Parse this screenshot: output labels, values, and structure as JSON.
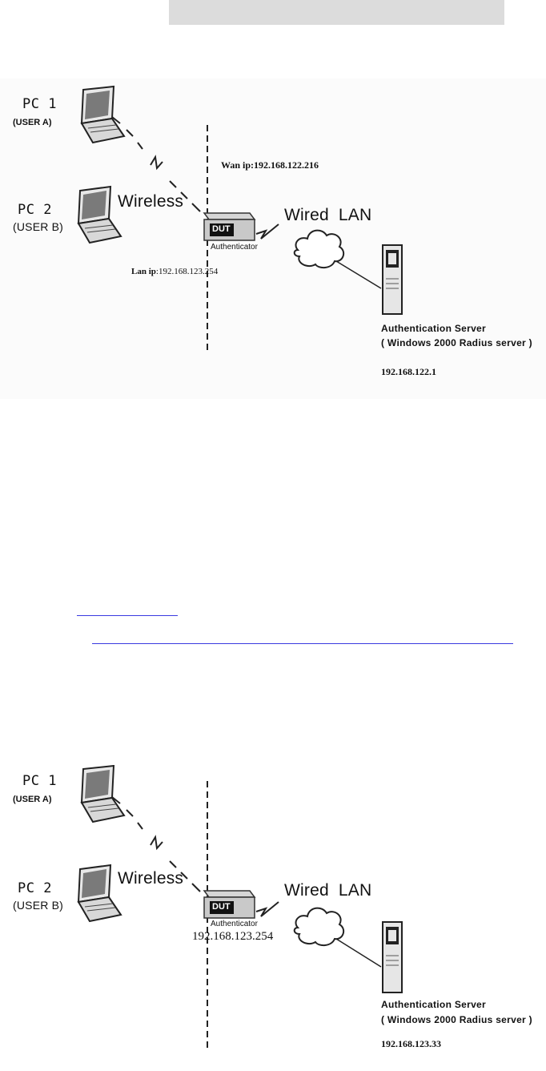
{
  "diagram1": {
    "pc1_label": "PC 1",
    "pc1_user": "(USER A)",
    "pc2_label": "PC 2",
    "pc2_user": "(USER B)",
    "wireless_label": "Wireless",
    "wired_lan_label": "Wired  LAN",
    "dut_label": "DUT",
    "authenticator_label": "Authenticator",
    "wan_ip": "Wan ip:192.168.122.216",
    "lan_ip_prefix": "Lan ip",
    "lan_ip_value": ":192.168.123.254",
    "server_title": "Authentication Server",
    "server_subtitle": "( Windows 2000 Radius server )",
    "server_ip": "192.168.122.1"
  },
  "diagram2": {
    "pc1_label": "PC 1",
    "pc1_user": "(USER A)",
    "pc2_label": "PC 2",
    "pc2_user": "(USER B)",
    "wireless_label": "Wireless",
    "wired_lan_label": "Wired  LAN",
    "dut_label": "DUT",
    "authenticator_label": "Authenticator",
    "dut_ip": "192.168.123.254",
    "server_title": "Authentication Server",
    "server_subtitle": "( Windows 2000 Radius server )",
    "server_ip": "192.168.123.33"
  }
}
